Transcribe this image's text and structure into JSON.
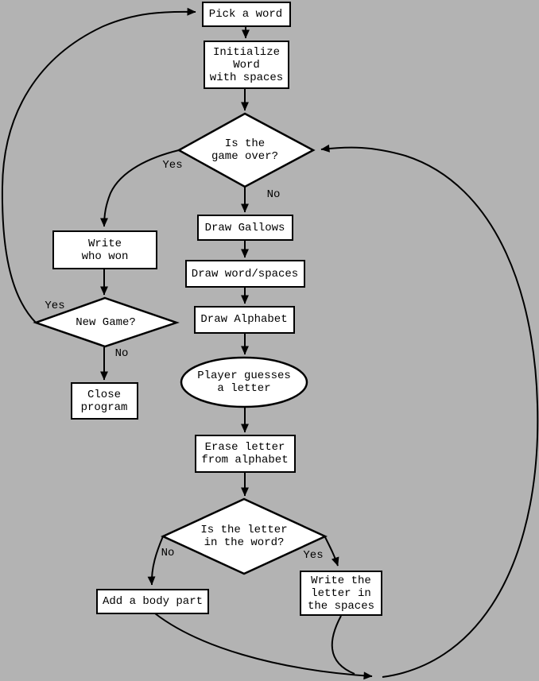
{
  "canvas": {
    "background_color": "#b3b3b3",
    "shape_fill_color": "#ffffff",
    "line_color": "#000000"
  },
  "nodes": {
    "pick_word": {
      "label": "Pick a word",
      "shape": "rectangle"
    },
    "initialize": {
      "label": "Initialize\nWord\nwith spaces",
      "shape": "rectangle"
    },
    "game_over": {
      "label": "Is the\ngame over?",
      "shape": "diamond"
    },
    "draw_gallows": {
      "label": "Draw Gallows",
      "shape": "rectangle"
    },
    "draw_word_spaces": {
      "label": "Draw word/spaces",
      "shape": "rectangle"
    },
    "draw_alphabet": {
      "label": "Draw Alphabet",
      "shape": "rectangle"
    },
    "player_guesses": {
      "label": "Player guesses\na letter",
      "shape": "ellipse"
    },
    "erase_letter": {
      "label": "Erase letter\nfrom alphabet",
      "shape": "rectangle"
    },
    "letter_in_word": {
      "label": "Is the letter\nin the word?",
      "shape": "diamond"
    },
    "add_body_part": {
      "label": "Add a body part",
      "shape": "rectangle"
    },
    "write_letter": {
      "label": "Write the\nletter in\nthe spaces",
      "shape": "rectangle"
    },
    "write_who_won": {
      "label": "Write\nwho won",
      "shape": "rectangle"
    },
    "new_game": {
      "label": "New Game?",
      "shape": "diamond"
    },
    "close_program": {
      "label": "Close\nprogram",
      "shape": "rectangle"
    }
  },
  "edge_labels": {
    "game_over_yes": "Yes",
    "game_over_no": "No",
    "new_game_yes": "Yes",
    "new_game_no": "No",
    "letter_in_word_no": "No",
    "letter_in_word_yes": "Yes"
  }
}
